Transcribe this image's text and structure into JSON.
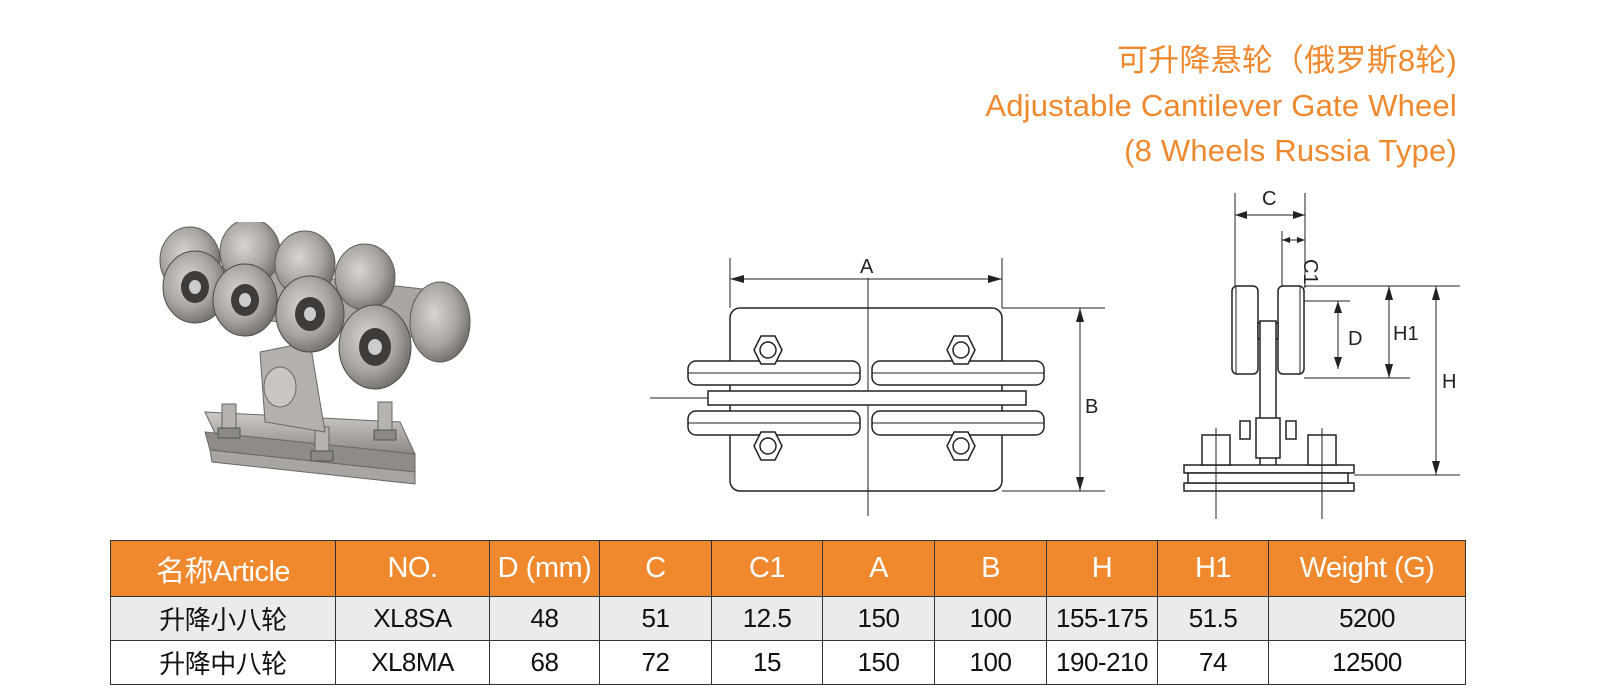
{
  "title": {
    "zh": "可升降悬轮（俄罗斯8轮)",
    "en1": "Adjustable Cantilever Gate Wheel",
    "en2": "(8 Wheels Russia Type)"
  },
  "diagram_labels": {
    "a": "A",
    "b": "B",
    "c": "C",
    "c1": "C1",
    "d": "D",
    "h": "H",
    "h1": "H1"
  },
  "table": {
    "headers": [
      "名称Article",
      "NO.",
      "D (mm)",
      "C",
      "C1",
      "A",
      "B",
      "H",
      "H1",
      "Weight (G)"
    ],
    "rows": [
      [
        "升降小八轮",
        "XL8SA",
        "48",
        "51",
        "12.5",
        "150",
        "100",
        "155-175",
        "51.5",
        "5200"
      ],
      [
        "升降中八轮",
        "XL8MA",
        "68",
        "72",
        "15",
        "150",
        "100",
        "190-210",
        "74",
        "12500"
      ]
    ]
  },
  "colors": {
    "accent": "#f0892e",
    "row_shade": "#ebebeb",
    "metal": "#9a9a9a"
  }
}
